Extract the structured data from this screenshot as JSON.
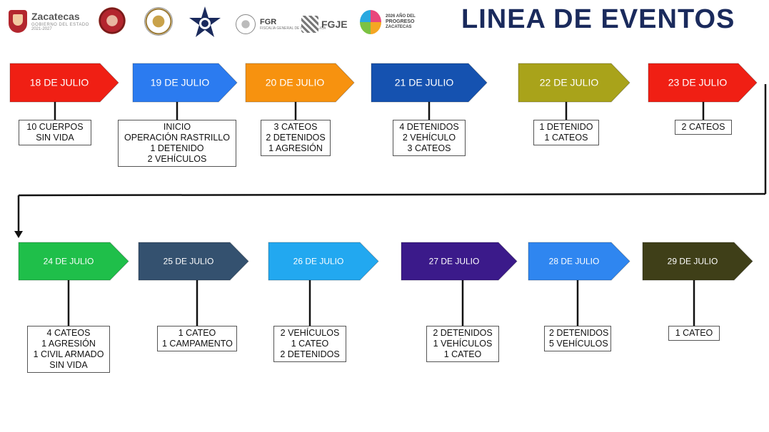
{
  "header": {
    "title": "LINEA DE EVENTOS",
    "logos": [
      {
        "id": "zacatecas",
        "icon": "zacatecas-shield-icon",
        "text": "Zacatecas",
        "sub": "GOBIERNO DEL ESTADO",
        "years": "2021-2027"
      },
      {
        "id": "seal-red",
        "icon": "state-seal-red-icon"
      },
      {
        "id": "seal-gold",
        "icon": "security-seal-gold-icon"
      },
      {
        "id": "police-star",
        "icon": "police-star-icon"
      },
      {
        "id": "fgr",
        "icon": "mexico-seal-icon",
        "text": "FGR",
        "sub": "FISCALÍA GENERAL DE LA REPÚBLICA"
      },
      {
        "id": "fgje",
        "icon": "fgje-mark-icon",
        "text": "FGJE"
      },
      {
        "id": "progreso",
        "icon": "progreso-flower-icon",
        "line1": "2026 AÑO DEL",
        "line2": "PROGRESO",
        "line3": "ZACATECAS"
      }
    ]
  },
  "timeline": {
    "row1": [
      {
        "date": "18 DE JULIO",
        "color": "#f01f14",
        "details": [
          "10 CUERPOS",
          "SIN VIDA"
        ]
      },
      {
        "date": "19 DE JULIO",
        "color": "#2b7bf0",
        "details": [
          "INICIO",
          "OPERACIÓN RASTRILLO",
          "1 DETENIDO",
          "2 VEHÍCULOS"
        ]
      },
      {
        "date": "20 DE JULIO",
        "color": "#f7920f",
        "details": [
          "3 CATEOS",
          "2 DETENIDOS",
          "1 AGRESIÓN"
        ]
      },
      {
        "date": "21 DE JULIO",
        "color": "#1552b0",
        "details": [
          "4 DETENIDOS",
          "2 VEHÍCULO",
          "3 CATEOS"
        ]
      },
      {
        "date": "22 DE JULIO",
        "color": "#a9a31a",
        "details": [
          "1 DETENIDO",
          "1 CATEOS"
        ]
      },
      {
        "date": "23 DE JULIO",
        "color": "#f01f14",
        "details": [
          "2 CATEOS"
        ]
      }
    ],
    "row2": [
      {
        "date": "24 DE JULIO",
        "color": "#1fbf4a",
        "details": [
          "4 CATEOS",
          "1 AGRESIÓN",
          "1 CIVIL ARMADO",
          "SIN VIDA"
        ]
      },
      {
        "date": "25 DE JULIO",
        "color": "#34516f",
        "details": [
          "1 CATEO",
          "1 CAMPAMENTO"
        ]
      },
      {
        "date": "26 DE JULIO",
        "color": "#22a8f0",
        "details": [
          "2 VEHÍCULOS",
          "1 CATEO",
          "2 DETENIDOS"
        ]
      },
      {
        "date": "27 DE JULIO",
        "color": "#3b1a8a",
        "details": [
          "2 DETENIDOS",
          "1 VEHÍCULOS",
          "1 CATEO"
        ]
      },
      {
        "date": "28 DE JULIO",
        "color": "#2f86f0",
        "details": [
          "2 DETENIDOS",
          "5 VEHÍCULOS"
        ]
      },
      {
        "date": "29 DE JULIO",
        "color": "#3f3f18",
        "details": [
          "1 CATEO"
        ]
      }
    ]
  }
}
